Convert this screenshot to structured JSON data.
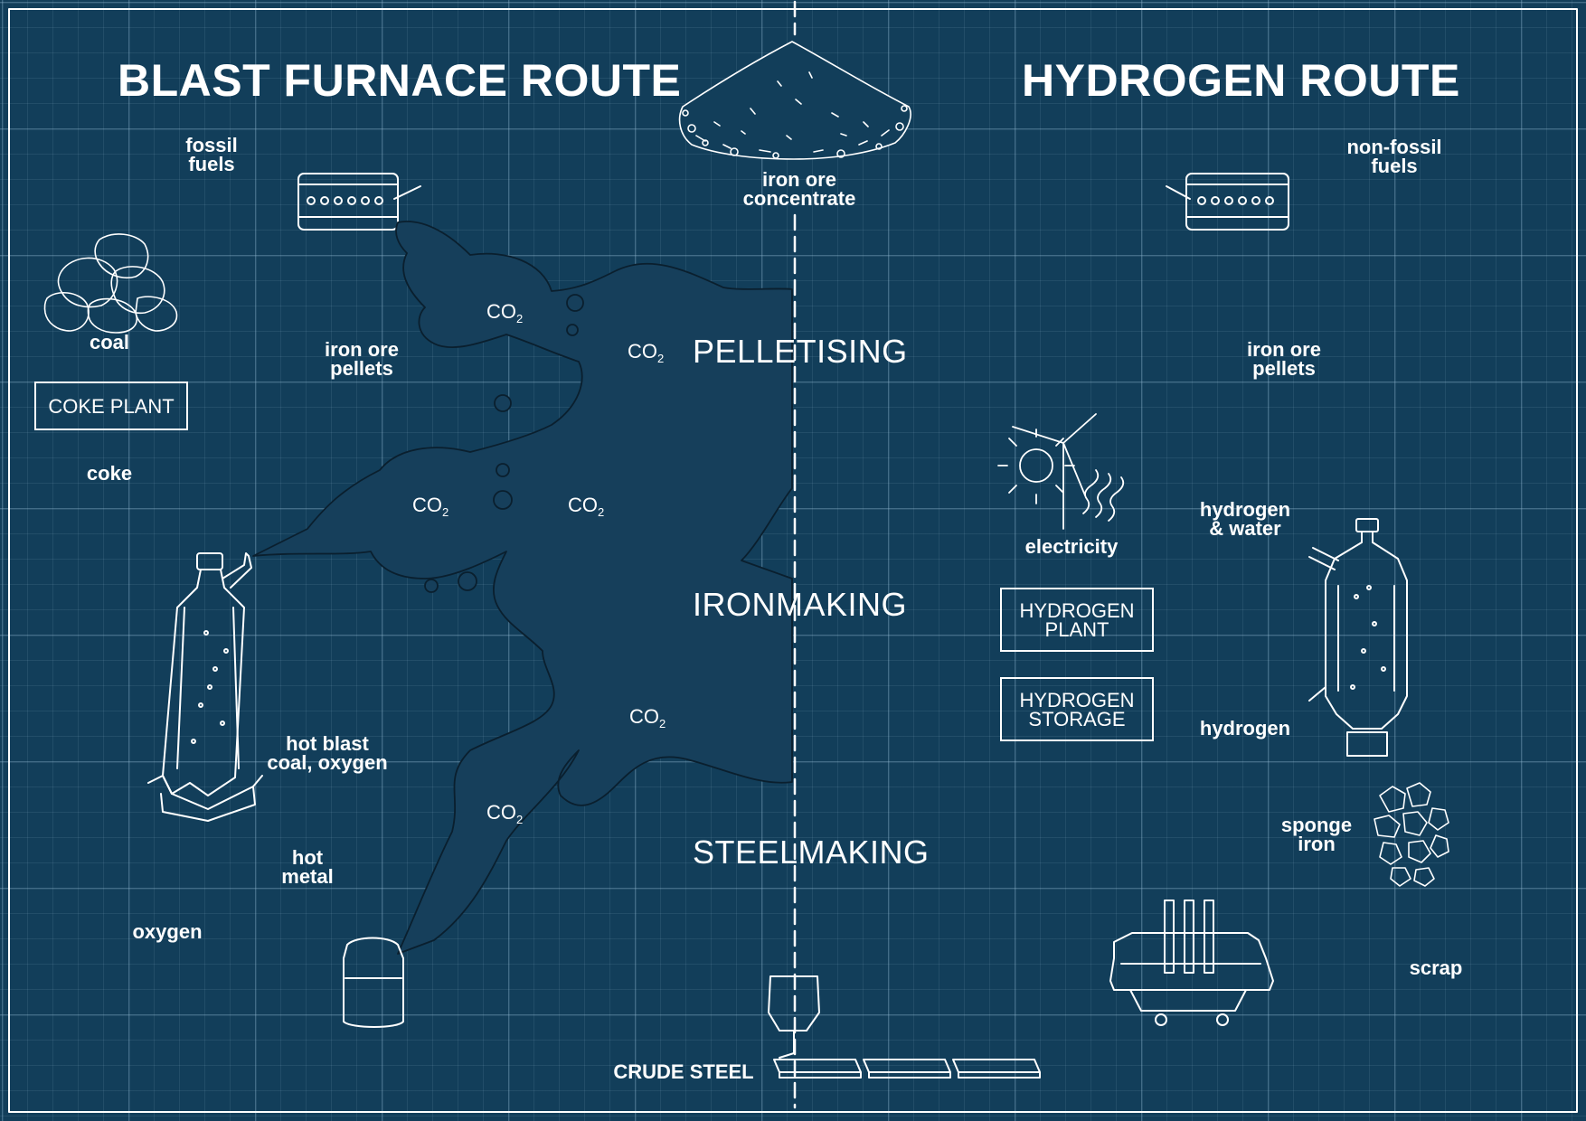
{
  "titles": {
    "left": "BLAST FURNACE ROUTE",
    "right": "HYDROGEN ROUTE"
  },
  "stages": {
    "pelletising": "PELLETISING",
    "ironmaking": "IRONMAKING",
    "steelmaking": "STEELMAKING"
  },
  "center": {
    "iron_ore_line1": "iron ore",
    "iron_ore_line2": "concentrate",
    "crude_steel": "CRUDE STEEL"
  },
  "blast_furnace": {
    "fossil_line1": "fossil",
    "fossil_line2": "fuels",
    "coal": "coal",
    "coke_plant": "COKE PLANT",
    "coke": "coke",
    "pellets_line1": "iron ore",
    "pellets_line2": "pellets",
    "hot_blast_line1": "hot blast",
    "hot_blast_line2": "coal, oxygen",
    "hot_metal_line1": "hot",
    "hot_metal_line2": "metal",
    "oxygen": "oxygen"
  },
  "hydrogen": {
    "nonfossil_line1": "non-fossil",
    "nonfossil_line2": "fuels",
    "pellets_line1": "iron ore",
    "pellets_line2": "pellets",
    "electricity": "electricity",
    "h2_water_line1": "hydrogen",
    "h2_water_line2": "& water",
    "plant_line1": "HYDROGEN",
    "plant_line2": "PLANT",
    "storage_line1": "HYDROGEN",
    "storage_line2": "STORAGE",
    "hydrogen": "hydrogen",
    "sponge_line1": "sponge",
    "sponge_line2": "iron",
    "scrap": "scrap"
  },
  "co2": {
    "text": "CO",
    "sub": "2"
  },
  "colors": {
    "background": "#123e5a",
    "line": "#ffffff",
    "grid": "#8cb4cd"
  }
}
